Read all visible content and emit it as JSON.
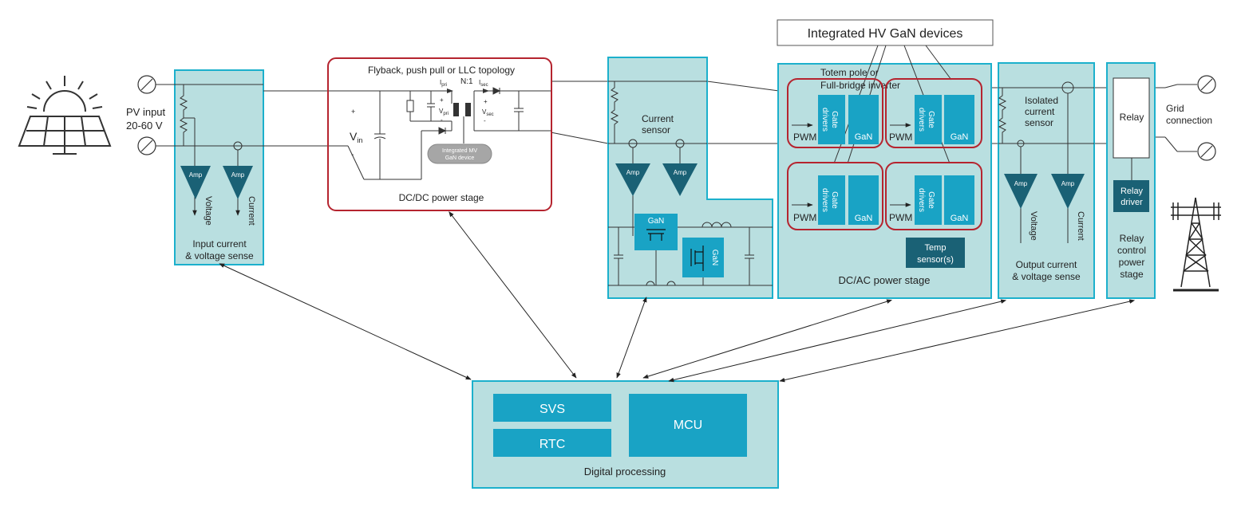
{
  "pv": {
    "line1": "PV input",
    "line2": "20-60 V"
  },
  "grid": {
    "line1": "Grid",
    "line2": "connection"
  },
  "input_sense": {
    "title1": "Input current",
    "title2": "& voltage sense",
    "amp": "Amp",
    "voltage": "Voltage",
    "current": "Current"
  },
  "dcdc": {
    "topology": "Flyback, push pull or LLC topology",
    "title": "DC/DC power stage",
    "vin": "V",
    "vin_sub": "in",
    "ratio": "N:1",
    "ipri": "I",
    "ipri_sub": "pri",
    "isec": "I",
    "isec_sub": "sec",
    "vpri": "V",
    "vpri_sub": "pri",
    "vsec": "V",
    "vsec_sub": "sec",
    "plus": "+",
    "minus": "-",
    "mv_gan1": "Integrated MV",
    "mv_gan2": "GaN device"
  },
  "boost": {
    "sensor1": "Current",
    "sensor2": "sensor",
    "amp": "Amp",
    "gan": "GaN"
  },
  "hv_gan_label": "Integrated HV GaN devices",
  "dcac": {
    "topo1": "Totem pole or",
    "topo2": "Full-bridge inverter",
    "pwm": "PWM",
    "gate1": "Gate",
    "gate2": "drivers",
    "gan": "GaN",
    "temp1": "Temp",
    "temp2": "sensor(s)",
    "title": "DC/AC power stage"
  },
  "output_sense": {
    "iso1": "Isolated",
    "iso2": "current",
    "iso3": "sensor",
    "amp": "Amp",
    "voltage": "Voltage",
    "current": "Current",
    "title1": "Output current",
    "title2": "& voltage sense"
  },
  "relay": {
    "relay": "Relay",
    "driver1": "Relay",
    "driver2": "driver",
    "title1": "Relay",
    "title2": "control",
    "title3": "power",
    "title4": "stage"
  },
  "digital": {
    "svs": "SVS",
    "rtc": "RTC",
    "mcu": "MCU",
    "title": "Digital processing"
  },
  "colors": {
    "panel": "#b9dfe0",
    "border": "#1cb0cc",
    "device": "#19a3c5",
    "amp": "#1a6175",
    "red": "#b5242f"
  }
}
